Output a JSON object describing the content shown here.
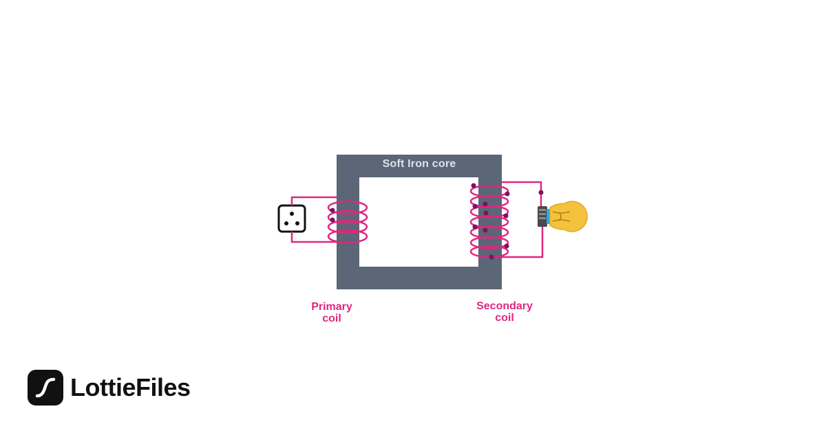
{
  "diagram": {
    "core_label": "Soft Iron core",
    "primary_label": [
      "Primary",
      "coil"
    ],
    "secondary_label": [
      "Secondary",
      "coil"
    ]
  },
  "brand": {
    "name": "LottieFiles"
  },
  "colors": {
    "core": "#5b6676",
    "core_label": "#dbe3ec",
    "wire": "#e0267f",
    "terminal": "#7a1362",
    "bulb_glass": "#f4c23d",
    "text_dark": "#111111"
  },
  "icons": {
    "power_source": "power-socket-icon",
    "load": "light-bulb-icon",
    "brand": "lottiefiles-logo-icon"
  }
}
